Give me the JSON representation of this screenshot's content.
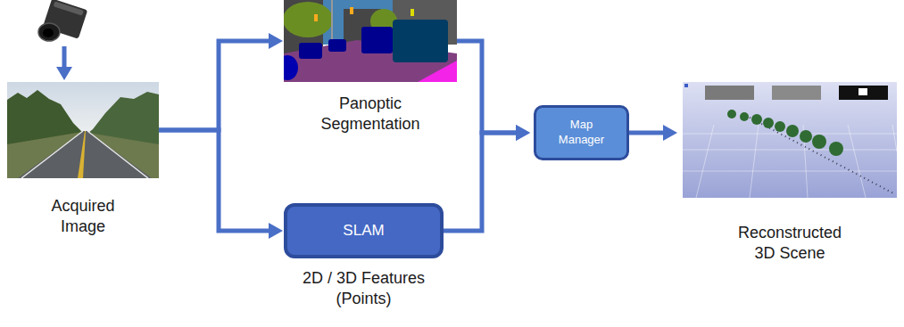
{
  "diagram": {
    "nodes": [
      {
        "text": [
          "Acquired Image"
        ]
      },
      {
        "text": [
          "Panoptic Segmentation"
        ]
      },
      {
        "text": [
          "SLAM",
          "2D / 3D Features (Points)"
        ]
      },
      {
        "text": [
          "Map Manager"
        ]
      },
      {
        "text": [
          "Reconstructed 3D Scene"
        ]
      }
    ],
    "edges": [
      {
        "from": 0,
        "to": 1,
        "arrow": "to"
      },
      {
        "from": 0,
        "to": 2,
        "arrow": "to"
      },
      {
        "from": 1,
        "to": 3,
        "arrow": "to"
      },
      {
        "from": 2,
        "to": 3,
        "arrow": "to"
      },
      {
        "from": 3,
        "to": 4,
        "arrow": "to"
      }
    ]
  }
}
